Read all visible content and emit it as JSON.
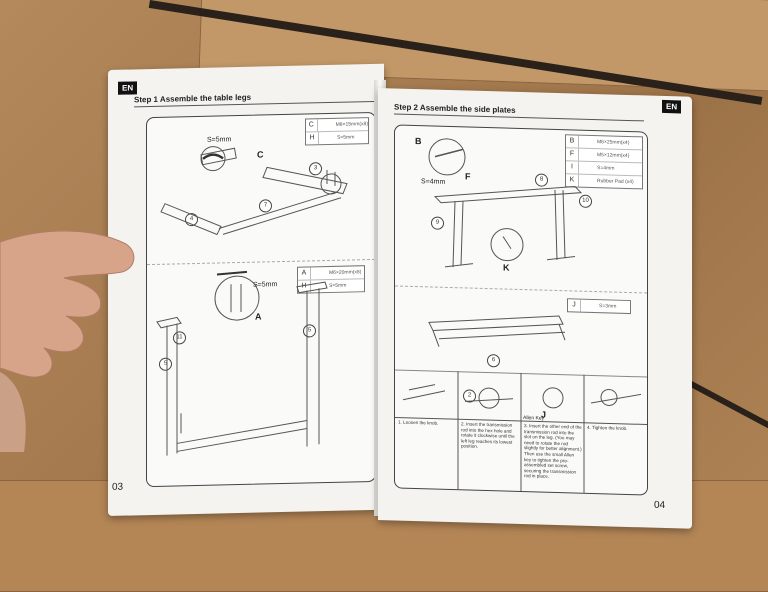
{
  "background": {
    "surface": "cardboard box",
    "color": "#a67c50"
  },
  "left_page": {
    "lang_tab": "EN",
    "step_title": "Step 1 Assemble the table legs",
    "page_number": "03",
    "top_panel": {
      "screw_size_label": "S=5mm",
      "callout_letter": "C",
      "item_numbers": [
        "3",
        "4",
        "7"
      ],
      "parts": [
        {
          "letter": "C",
          "spec": "M8×15mm(x8)"
        },
        {
          "letter": "H",
          "spec": "S=5mm"
        }
      ]
    },
    "bottom_panel": {
      "screw_size_label": "S=5mm",
      "callout_letter": "A",
      "item_numbers": [
        "5",
        "5",
        "11"
      ],
      "parts": [
        {
          "letter": "A",
          "spec": "M6×20mm(x8)"
        },
        {
          "letter": "H",
          "spec": "S=5mm"
        }
      ]
    }
  },
  "right_page": {
    "lang_tab": "EN",
    "step_title": "Step 2 Assemble the side plates",
    "page_number": "04",
    "top_panel": {
      "callout_letters": [
        "B",
        "F",
        "K"
      ],
      "screw_size_label": "S=4mm",
      "item_numbers": [
        "8",
        "9",
        "10"
      ],
      "parts": [
        {
          "letter": "B",
          "spec": "M6×25mm(x4)"
        },
        {
          "letter": "F",
          "spec": "M5×12mm(x4)"
        },
        {
          "letter": "I",
          "spec": "S=4mm"
        },
        {
          "letter": "K",
          "spec": "Rubber Pad (x4)"
        }
      ]
    },
    "middle_panel": {
      "item_number": "6",
      "parts": [
        {
          "letter": "J",
          "spec": "S=3mm"
        }
      ]
    },
    "steps_strip": {
      "item_number": "2",
      "callout_letter": "J",
      "allen_key_label": "Allen Key",
      "steps": [
        "1. Loosen the knob.",
        "2. Insert the transmission rod into the hex hole and rotate it clockwise until the left leg reaches its lowest position.",
        "3. Insert the other end of the transmission rod into the slot on the leg. (You may need to rotate the rod slightly for better alignment.) Then use the small Allen key to tighten the pre-assembled set screw, securing the transmission rod in place.",
        "4. Tighten the knob."
      ]
    }
  }
}
